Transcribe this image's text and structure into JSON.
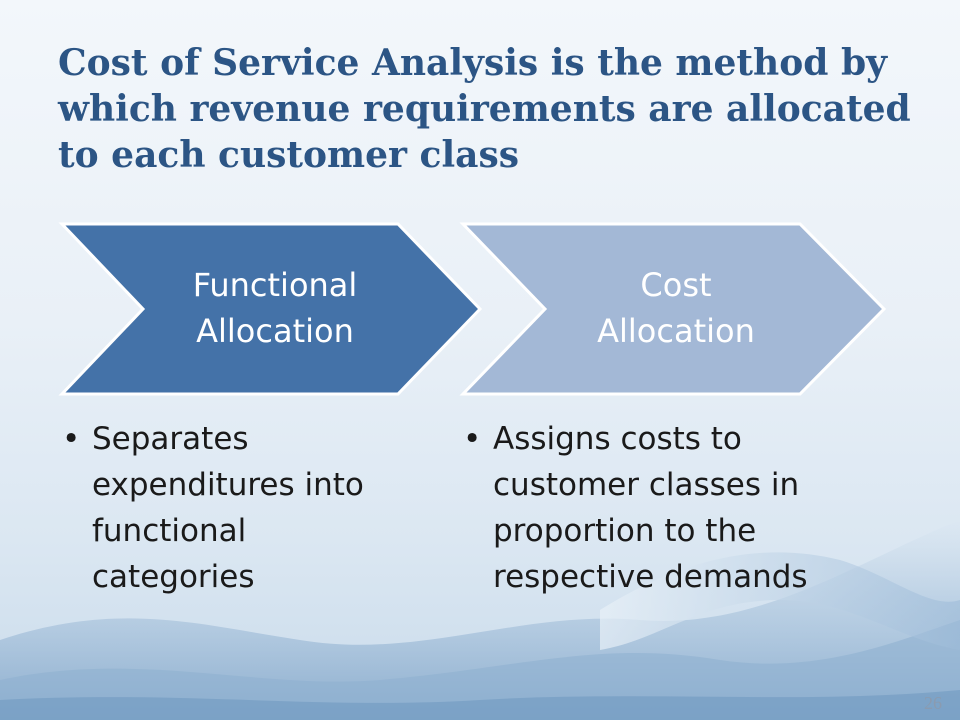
{
  "slide": {
    "title": "Cost of Service Analysis is the method by which revenue requirements are allocated to each customer class",
    "page_number": "26"
  },
  "diagram": {
    "steps": [
      {
        "label_line1": "Functional",
        "label_line2": "Allocation",
        "color": "#4472a8",
        "bullet": "Separates expenditures into functional categories"
      },
      {
        "label_line1": "Cost",
        "label_line2": "Allocation",
        "color": "#a3b8d6",
        "bullet": "Assigns costs to customer classes in proportion to the respective demands"
      }
    ]
  },
  "colors": {
    "title": "#2c5585",
    "text": "#1a1a1a"
  }
}
